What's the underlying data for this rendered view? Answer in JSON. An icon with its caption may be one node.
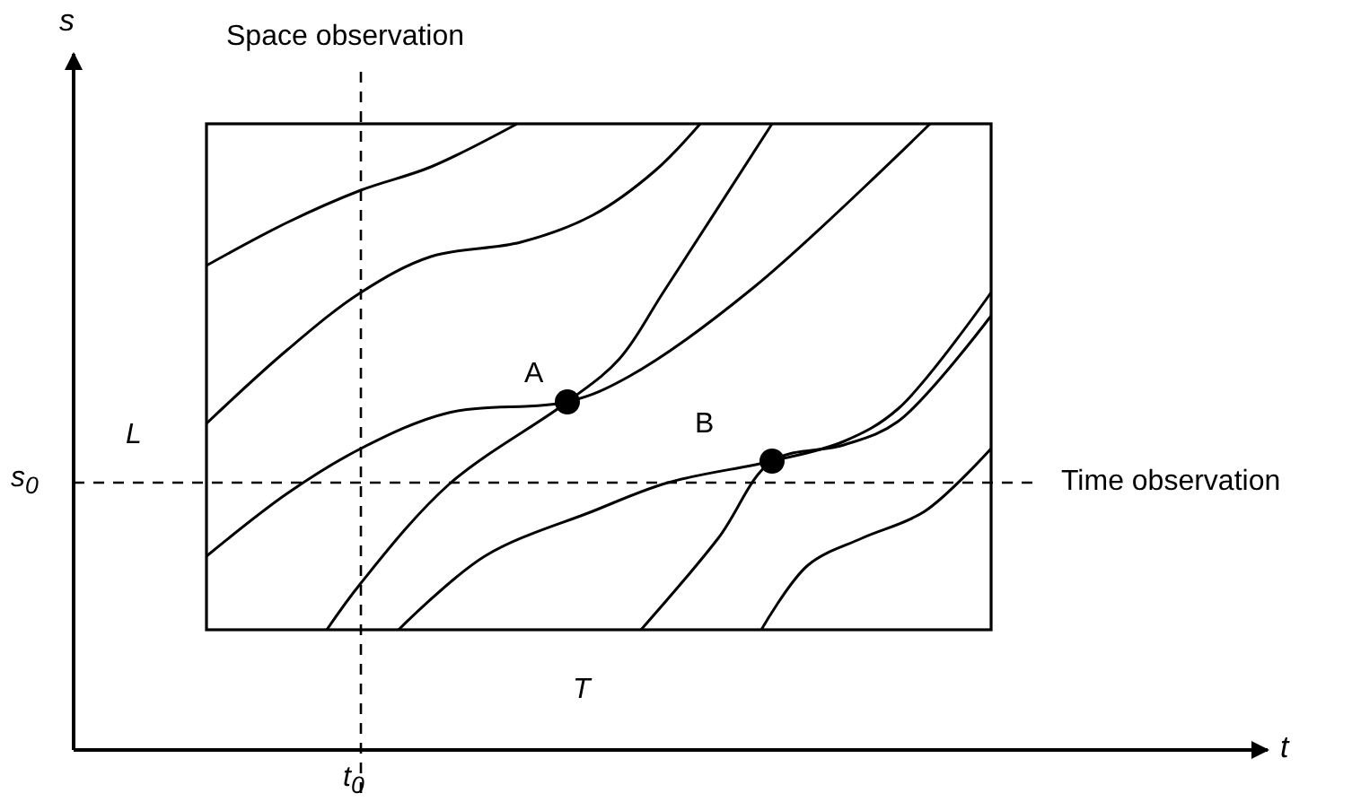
{
  "diagram": {
    "labels": [
      "s",
      "Space observation",
      "L",
      "A",
      "B",
      "s$_{0}$",
      "Time observation",
      "T",
      "t$_{0}$",
      "t"
    ]
  }
}
